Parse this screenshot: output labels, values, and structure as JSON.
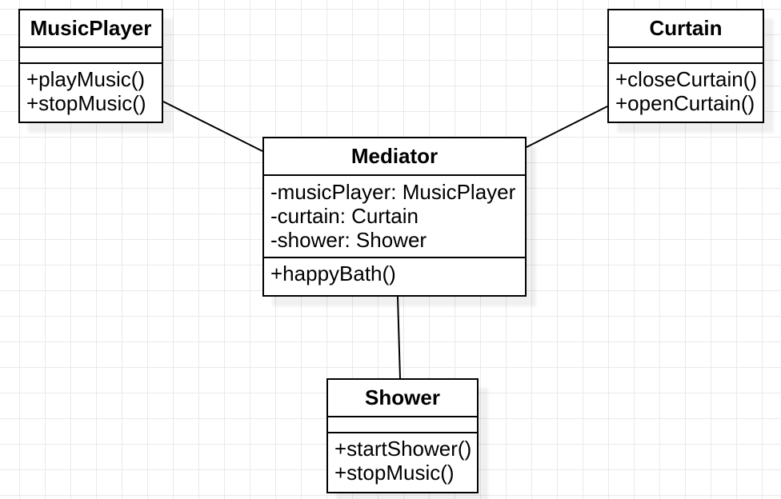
{
  "diagram_type": "uml-class-diagram",
  "pattern": "Mediator",
  "classes": [
    {
      "name": "MusicPlayer",
      "attributes": [],
      "methods": [
        "+playMusic()",
        "+stopMusic()"
      ]
    },
    {
      "name": "Curtain",
      "attributes": [],
      "methods": [
        "+closeCurtain()",
        "+openCurtain()"
      ]
    },
    {
      "name": "Mediator",
      "attributes": [
        "-musicPlayer: MusicPlayer",
        "-curtain: Curtain",
        "-shower: Shower"
      ],
      "methods": [
        "+happyBath()"
      ]
    },
    {
      "name": "Shower",
      "attributes": [],
      "methods": [
        "+startShower()",
        "+stopMusic()"
      ]
    }
  ],
  "connections": [
    {
      "from": "MusicPlayer",
      "to": "Mediator",
      "style": "plain-line"
    },
    {
      "from": "Curtain",
      "to": "Mediator",
      "style": "plain-line"
    },
    {
      "from": "Mediator",
      "to": "Shower",
      "style": "plain-line"
    }
  ],
  "colors": {
    "canvas_bg": "#ffffff",
    "grid_line": "#e9e9e9",
    "box_fill": "#ffffff",
    "box_border": "#000000",
    "text": "#000000",
    "edge_line": "#000000"
  }
}
